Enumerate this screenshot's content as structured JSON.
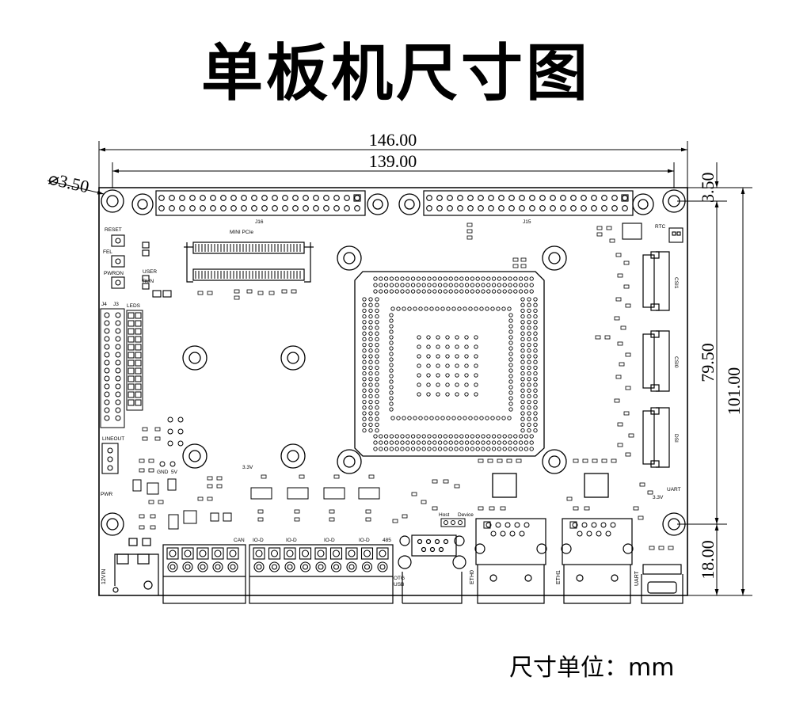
{
  "title": "单板机尺寸图",
  "units_note": "尺寸单位：mm",
  "dimensions": {
    "overall_width": "146.00",
    "hole_span_width": "139.00",
    "hole_diameter": "⌀3.50",
    "hole_edge_offset": "3.50",
    "hole_span_height": "79.50",
    "overall_height": "101.00",
    "bottom_offset": "18.00"
  },
  "board_labels": {
    "j16": "J16",
    "j15": "J15",
    "mini_pcie": "MINI PCIe",
    "reset": "RESET",
    "fel": "FEL",
    "user": "USER",
    "pwron": "PWRON",
    "run": "RUN",
    "leds": "LEDS",
    "rtc": "RTC",
    "csi1": "CSI1",
    "csi0": "CSI0",
    "dsi": "DSI",
    "lineout": "LINEOUT",
    "pwr": "PWR",
    "can": "CAN",
    "rs485": "485",
    "otg": "OTG",
    "usb": "USB",
    "eth0": "ETH0",
    "eth1": "ETH1",
    "uart": "UART",
    "uart_top": "UART",
    "v33_uart": "3.3V",
    "vin": "12VIN",
    "host": "Host",
    "device": "Device",
    "v33": "3.3V",
    "gnd": "GND",
    "v5": "5V",
    "io_a": "IO-D",
    "io_b": "IO-D",
    "io_c": "IO-D",
    "io_d": "IO-D",
    "j4": "J4",
    "j3": "J3"
  }
}
